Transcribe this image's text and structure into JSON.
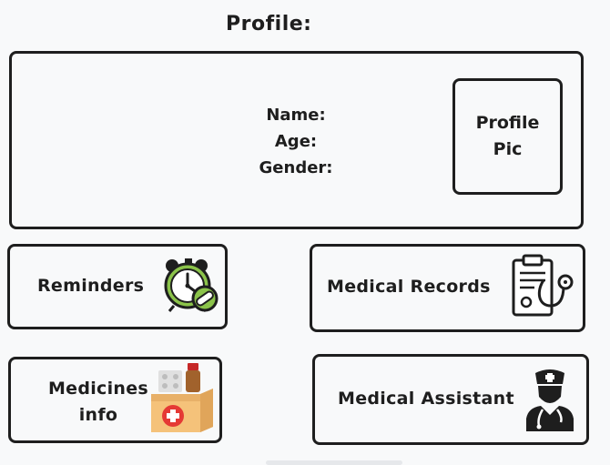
{
  "page": {
    "title": "Profile:"
  },
  "profile": {
    "name_label": "Name:",
    "age_label": "Age:",
    "gender_label": "Gender:",
    "pic_label_line1": "Profile",
    "pic_label_line2": "Pic"
  },
  "cards": {
    "reminders": {
      "label": "Reminders",
      "icon": "alarm-clock-pill-icon"
    },
    "medical_records": {
      "label": "Medical Records",
      "icon": "clipboard-stethoscope-icon"
    },
    "medicines": {
      "label_line1": "Medicines",
      "label_line2": "info",
      "icon": "medicine-box-icon"
    },
    "medical_assistant": {
      "label": "Medical Assistant",
      "icon": "doctor-icon"
    }
  },
  "colors": {
    "background": "#f8f9fa",
    "stroke": "#1e1e1e",
    "clock_green": "#8bc34a",
    "medbox_red": "#e53935",
    "medbox_tan": "#f5c27a"
  }
}
